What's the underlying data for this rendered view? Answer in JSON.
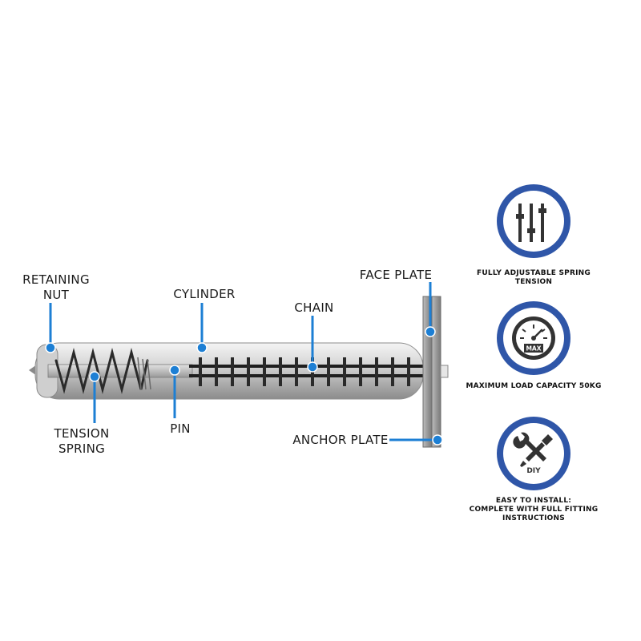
{
  "labels": {
    "retaining_nut": [
      "RETAINING",
      "NUT"
    ],
    "cylinder": "CYLINDER",
    "chain": "CHAIN",
    "face_plate": "FACE PLATE",
    "tension_spring": [
      "TENSION",
      "SPRING"
    ],
    "pin": "PIN",
    "anchor_plate": "ANCHOR PLATE"
  },
  "features": [
    {
      "icon": "sliders-icon",
      "text": [
        "FULLY ADJUSTABLE SPRING TENSION"
      ]
    },
    {
      "icon": "gauge-icon",
      "gauge_text": "MAX",
      "text": [
        "MAXIMUM LOAD CAPACITY 50KG"
      ]
    },
    {
      "icon": "tools-icon",
      "badge_text": "DIY",
      "text": [
        "EASY TO INSTALL:",
        "COMPLETE WITH FULL FITTING",
        "INSTRUCTIONS"
      ]
    }
  ],
  "colors": {
    "callout_blue": "#1d7fd4",
    "circle_blue": "#2f56a8",
    "icon_dark": "#333333"
  }
}
